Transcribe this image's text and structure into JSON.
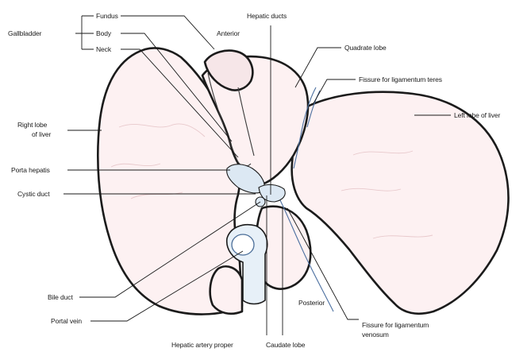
{
  "labels": {
    "gallbladder": "Gallbladder",
    "fundus": "Fundus",
    "body": "Body",
    "neck": "Neck",
    "hepatic_ducts": "Hepatic ducts",
    "anterior": "Anterior",
    "quadrate_lobe": "Quadrate lobe",
    "fissure_lig_teres": "Fissure for ligamentum teres",
    "left_lobe": "Left lobe of liver",
    "right_lobe_1": "Right lobe",
    "right_lobe_2": "of liver",
    "porta_hepatis": "Porta hepatis",
    "cystic_duct": "Cystic duct",
    "bile_duct": "Bile duct",
    "portal_vein": "Portal vein",
    "hepatic_artery": "Hepatic artery proper",
    "caudate_lobe": "Caudate lobe",
    "posterior": "Posterior",
    "fissure_lig_venosum_1": "Fissure for ligamentum",
    "fissure_lig_venosum_2": "venosum"
  }
}
